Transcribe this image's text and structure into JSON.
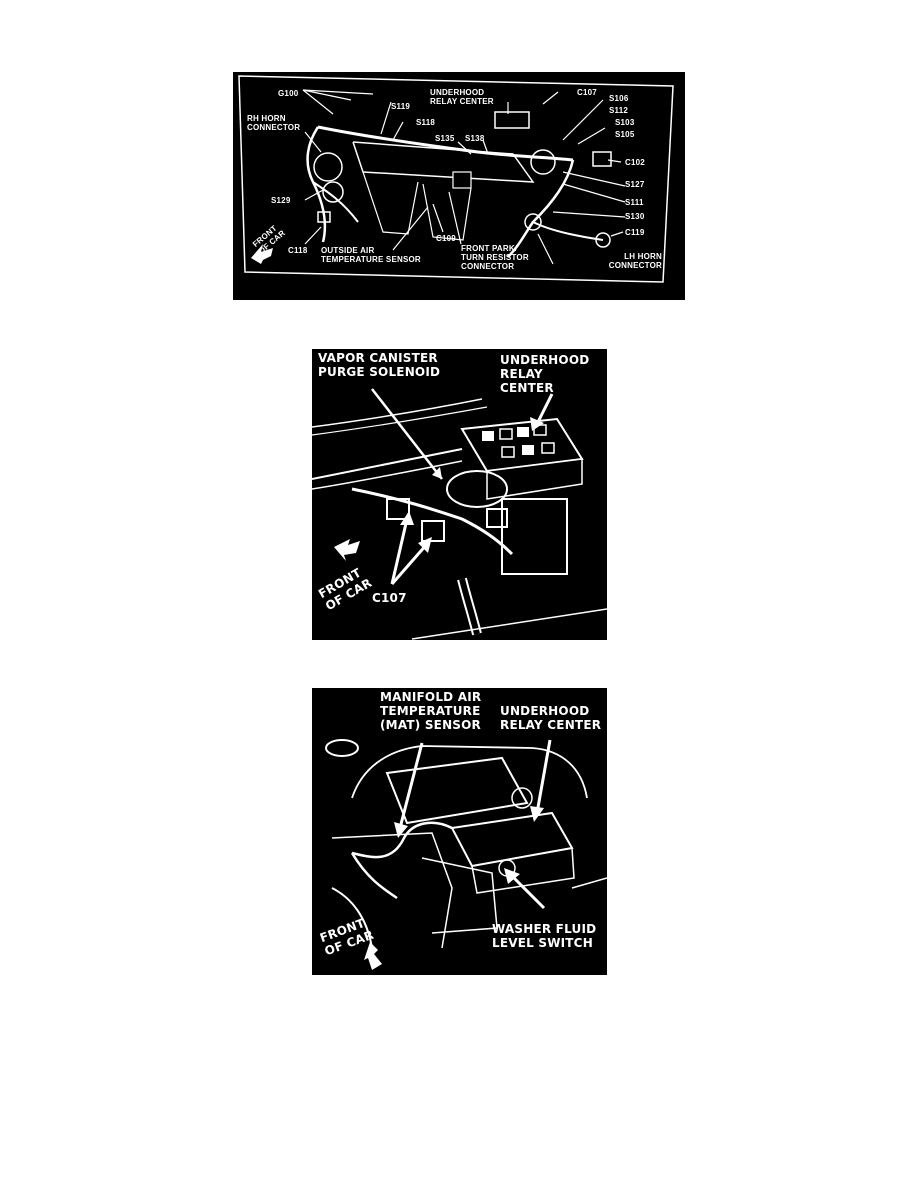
{
  "figure1": {
    "labels": {
      "g100": "G100",
      "underhood_relay_center": "UNDERHOOD RELAY CENTER",
      "c107": "C107",
      "s106": "S106",
      "s112": "S112",
      "s103": "S103",
      "s105": "S105",
      "s119": "S119",
      "s118": "S118",
      "rh_horn_connector": "RH HORN CONNECTOR",
      "s135": "S135",
      "s138": "S138",
      "c102": "C102",
      "s127": "S127",
      "s129": "S129",
      "s111": "S111",
      "s130": "S130",
      "front_of_car": "FRONT OF CAR",
      "c119": "C119",
      "c118": "C118",
      "c109": "C109",
      "outside_air_temperature_sensor": "OUTSIDE AIR TEMPERATURE SENSOR",
      "front_park_turn_resistor_connector": "FRONT PARK/ TURN RESISTOR CONNECTOR",
      "lh_horn_connector": "LH HORN CONNECTOR"
    }
  },
  "figure2": {
    "labels": {
      "vapor_canister_purge_solenoid": "VAPOR CANISTER PURGE SOLENOID",
      "underhood_relay_center": "UNDERHOOD RELAY CENTER",
      "front_of_car": "FRONT OF CAR",
      "c107": "C107"
    }
  },
  "figure3": {
    "labels": {
      "manifold_air_temperature_sensor": "MANIFOLD AIR TEMPERATURE (MAT) SENSOR",
      "underhood_relay_center": "UNDERHOOD RELAY CENTER",
      "front_of_car": "FRONT OF CAR",
      "washer_fluid_level_switch": "WASHER FLUID LEVEL SWITCH"
    }
  }
}
